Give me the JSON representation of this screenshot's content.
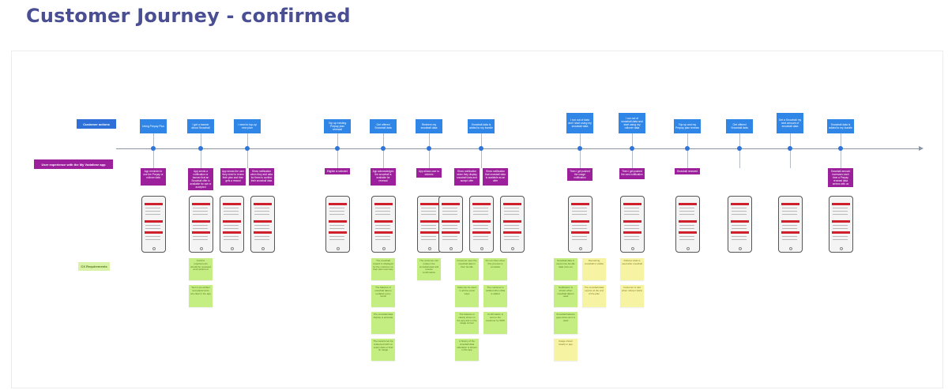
{
  "title": "Customer Journey - confirmed",
  "row_labels": {
    "actions": "Customer actions",
    "experience": "User experience with the My Vodafone app",
    "cx": "CX Requirements"
  },
  "stages": [
    {
      "action": "Using Prepay Plus",
      "experience": [
        "App reminder to use the Prepay or rollover data"
      ],
      "phones": 1,
      "stickies": []
    },
    {
      "action": "I get a banner about Snowball",
      "experience": [
        "App sends a notification or banner that an Snowball offer is available for use or accepted"
      ],
      "phones": 1,
      "stickies": [
        [
          "Confirm requirements should be reviewed and confirmed",
          "green"
        ],
        [
          "Text is pre-written and placements are clear in the app",
          "green"
        ]
      ]
    },
    {
      "action": "I need to top-up new plan",
      "experience": [
        "App shows the user they need to renew their plan and then gets a reward",
        "Show notification when they add data for them to confirm their snowball data"
      ],
      "phones": 2,
      "stickies": []
    },
    {
      "action": "Top up existing Prepay plan renewal",
      "experience": [
        "Eligible is selected"
      ],
      "phones": 1,
      "stickies": []
    },
    {
      "action": "Get offered Snowball data",
      "experience": [
        "App acknowledges the snowball is available for renewal"
      ],
      "phones": 1,
      "stickies": [
        [
          "The snowball reward is displayed for the customer on their plan summary",
          "green"
        ],
        [
          "The balance of snowball data is updated every month",
          "green"
        ],
        [
          "The snowball data display is accurate",
          "green"
        ],
        [
          "The reward can be redeemed with no expiry date or limit on usage",
          "green"
        ]
      ]
    },
    {
      "action": "Redeem my snowball data",
      "experience": [
        "App allows user to redeem"
      ],
      "phones": 1,
      "stickies": [
        [
          "The customer can redeem the snowball data and receive confirmation",
          "green"
        ]
      ]
    },
    {
      "action": "Snowball data is added to my bundle",
      "experience": [
        "Show notification when they display snowball data and accept offer",
        "Show notification that snowball data is available as an offer"
      ],
      "phones": 3,
      "stickies": [
        [
          "Customer sees the snowball data in their bundle",
          "green"
        ],
        [
          "Data can be used in all the usual ways",
          "green"
        ],
        [
          "The balance is clearly shown in the app and on the usage screen",
          "green"
        ],
        [
          "A history of the snowball data allocation is shown in the app",
          "green"
        ],
        [
          "Do not show when this process is complete",
          "green"
        ],
        [
          "The customer is notified when data is added",
          "green"
        ],
        [
          "Confirmation is sent to the customer by SMS",
          "green"
        ]
      ]
    },
    {
      "action": "I run out of data and I start using my snowball data",
      "experience": [
        "Then I get pushed the usage notification"
      ],
      "phones": 1,
      "stickies": [
        [
          "Snowball data is used once bundle data runs out",
          "green"
        ],
        [
          "Notification is shown when snowball data is used",
          "green"
        ],
        [
          "Snowball balance goes down as it is used",
          "green"
        ],
        [
          "Usage shown clearly in app",
          "yellow"
        ],
        [
          "Remaining snowball is visible",
          "yellow"
        ],
        [
          "The snowball data expires at the end of the plan",
          "yellow"
        ]
      ]
    },
    {
      "action": "I run out of snowball data and start using my rollover data",
      "experience": [
        "Then I get pushed the new notification"
      ],
      "phones": 1,
      "stickies": [
        [
          "Rollover data is used after snowball",
          "yellow"
        ],
        [
          "Customer is told when rollover starts",
          "yellow"
        ]
      ]
    },
    {
      "action": "Top up and my Prepay plan renews",
      "experience": [
        "Snowball renewed"
      ],
      "phones": 1,
      "stickies": []
    },
    {
      "action": "Get offered Snowball data",
      "experience": [],
      "phones": 1,
      "stickies": []
    },
    {
      "action": "Get a Snowball my next amount of snowball data",
      "experience": [],
      "phones": 1,
      "stickies": []
    },
    {
      "action": "Snowball data is added to my bundle",
      "experience": [
        "Snowball amount increases each time a Prepay renewal data arrives with us"
      ],
      "phones": 1,
      "stickies": []
    }
  ]
}
